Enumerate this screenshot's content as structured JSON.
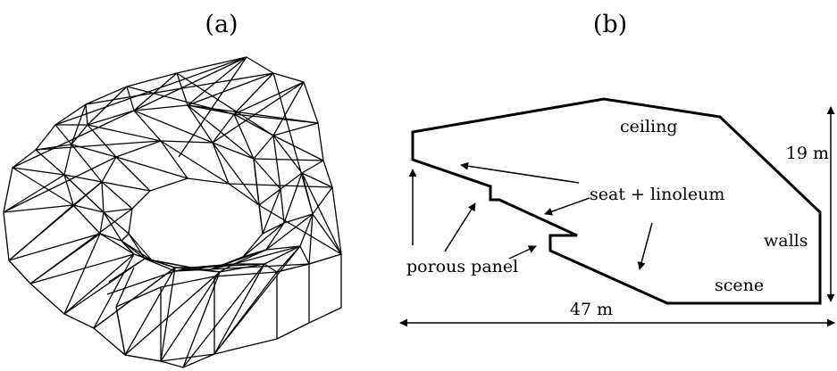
{
  "panels": {
    "a": {
      "label": "(a)"
    },
    "b": {
      "label": "(b)"
    }
  },
  "annotations": {
    "ceiling": "ceiling",
    "height": "19 m",
    "seat": "seat + linoleum",
    "walls": "walls",
    "porous": "porous panel",
    "scene": "scene",
    "width": "47 m"
  },
  "colors": {
    "line": "#000000",
    "background": "#ffffff"
  }
}
